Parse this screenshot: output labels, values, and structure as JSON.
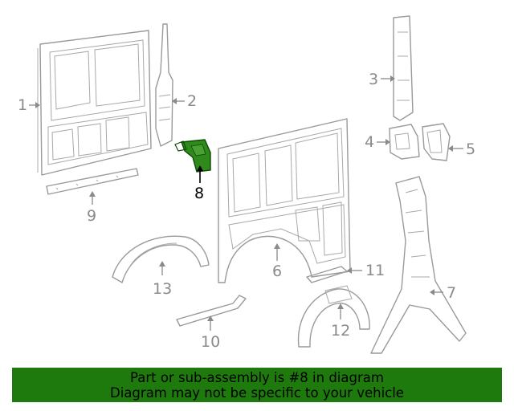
{
  "callouts": {
    "c1": "1",
    "c2": "2",
    "c3": "3",
    "c4": "4",
    "c5": "5",
    "c6": "6",
    "c7": "7",
    "c8": "8",
    "c9": "9",
    "c10": "10",
    "c11": "11",
    "c12": "12",
    "c13": "13"
  },
  "highlight": {
    "part": "8",
    "color": "#1f7a0e"
  },
  "banner": {
    "line1": "Part or sub-assembly is #8 in diagram",
    "line2": "Diagram may not be specific to your vehicle",
    "background": "#1f7a0e"
  }
}
